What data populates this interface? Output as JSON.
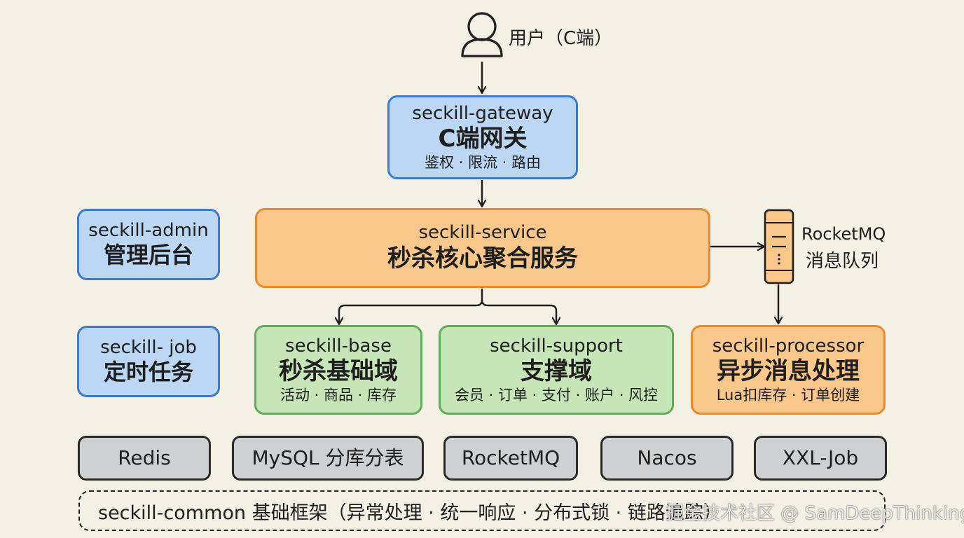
{
  "user": {
    "label": "用户（C端）"
  },
  "gateway": {
    "name": "seckill-gateway",
    "title": "C端网关",
    "desc": "鉴权 · 限流 · 路由"
  },
  "service": {
    "name": "seckill-service",
    "title": "秒杀核心聚合服务"
  },
  "admin": {
    "name": "seckill-admin",
    "title": "管理后台"
  },
  "job": {
    "name": "seckill- job",
    "title": "定时任务"
  },
  "mq": {
    "name": "RocketMQ",
    "title": "消息队列"
  },
  "base": {
    "name": "seckill-base",
    "title": "秒杀基础域",
    "desc": "活动 · 商品 · 库存"
  },
  "support": {
    "name": "seckill-support",
    "title": "支撑域",
    "desc": "会员 · 订单 · 支付 · 账户 · 风控"
  },
  "processor": {
    "name": "seckill-processor",
    "title": "异步消息处理",
    "desc": "Lua扣库存 · 订单创建"
  },
  "infra": [
    "Redis",
    "MySQL 分库分表",
    "RocketMQ",
    "Nacos",
    "XXL-Job"
  ],
  "common": {
    "label": "seckill-common 基础框架（异常处理 · 统一响应 · 分布式锁 · 链路追踪）"
  },
  "watermark": "掘金技术社区 @ SamDeepThinking",
  "colors": {
    "blue_fill": "#bcd7f3",
    "blue_border": "#3a7bd0",
    "orange_fill": "#f9c78a",
    "orange_border": "#ea8a2c",
    "green_fill": "#c7e6b8",
    "green_border": "#5fae55",
    "gray_fill": "#cfd0d2",
    "background": "#f4f0e4"
  }
}
